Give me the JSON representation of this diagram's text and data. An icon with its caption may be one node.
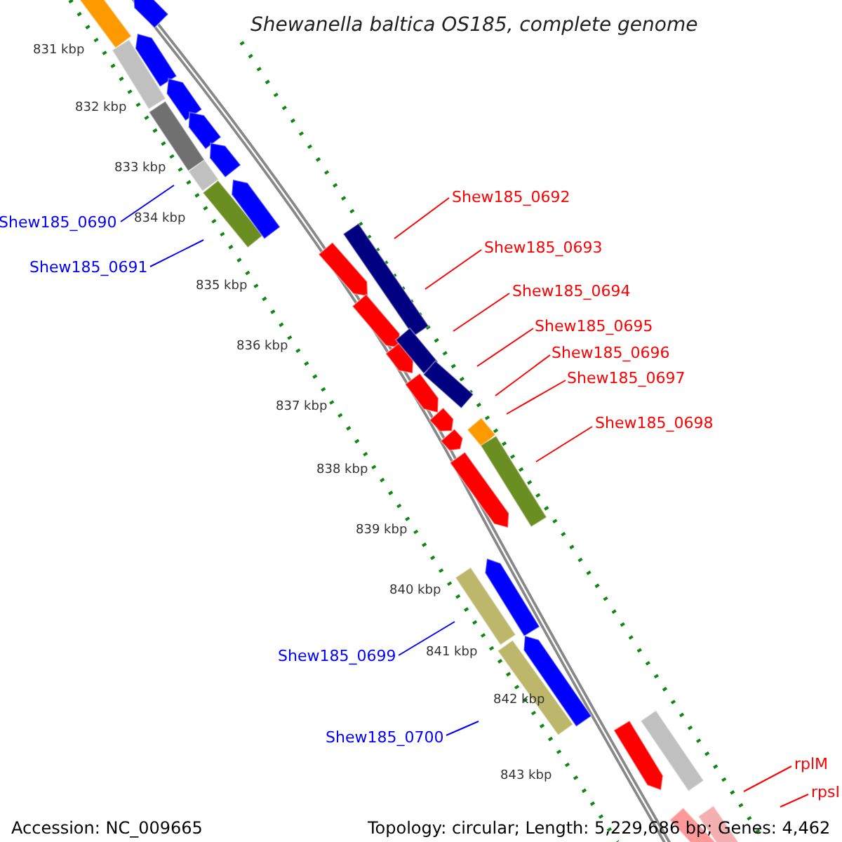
{
  "diagram": {
    "title": "Shewanella baltica OS185, complete genome",
    "nodes": [
      {
        "text": [
          "Shew185_0690"
        ]
      },
      {
        "text": [
          "Shew185_0691"
        ]
      },
      {
        "text": [
          "Shew185_0692"
        ]
      },
      {
        "text": [
          "Shew185_0693"
        ]
      },
      {
        "text": [
          "Shew185_0694"
        ]
      },
      {
        "text": [
          "Shew185_0695"
        ]
      },
      {
        "text": [
          "Shew185_0696"
        ]
      },
      {
        "text": [
          "Shew185_0697"
        ]
      },
      {
        "text": [
          "Shew185_0698"
        ]
      },
      {
        "text": [
          "Shew185_0699"
        ]
      },
      {
        "text": [
          "Shew185_0700"
        ]
      },
      {
        "text": [
          "rplM"
        ]
      },
      {
        "text": [
          "rpsI"
        ]
      }
    ],
    "edges": [
      {
        "from": 0,
        "to": null,
        "arrow": "none",
        "color": "#0000ff"
      },
      {
        "from": 1,
        "to": null,
        "arrow": "none",
        "color": "#0000ff"
      },
      {
        "from": 2,
        "to": null,
        "arrow": "none"
      },
      {
        "from": 3,
        "to": null,
        "arrow": "none"
      },
      {
        "from": 4,
        "to": null,
        "arrow": "none"
      },
      {
        "from": 5,
        "to": null,
        "arrow": "none"
      },
      {
        "from": 6,
        "to": null,
        "arrow": "none"
      },
      {
        "from": 7,
        "to": null,
        "arrow": "none"
      },
      {
        "from": 8,
        "to": null,
        "arrow": "none"
      },
      {
        "from": 9,
        "to": null,
        "arrow": "none",
        "color": "#0000ff"
      },
      {
        "from": 10,
        "to": null,
        "arrow": "none",
        "color": "#0000ff"
      },
      {
        "from": 11,
        "to": null,
        "arrow": "none"
      },
      {
        "from": 12,
        "to": null,
        "arrow": "none"
      }
    ],
    "labels": [
      "831 kbp",
      "832 kbp",
      "833 kbp",
      "834 kbp",
      "835 kbp",
      "836 kbp",
      "837 kbp",
      "838 kbp",
      "839 kbp",
      "840 kbp",
      "841 kbp",
      "842 kbp",
      "843 kbp",
      "Accession: NC_009665",
      "Topology: circular; Length: 5,229,686 bp; Genes: 4,462"
    ]
  }
}
